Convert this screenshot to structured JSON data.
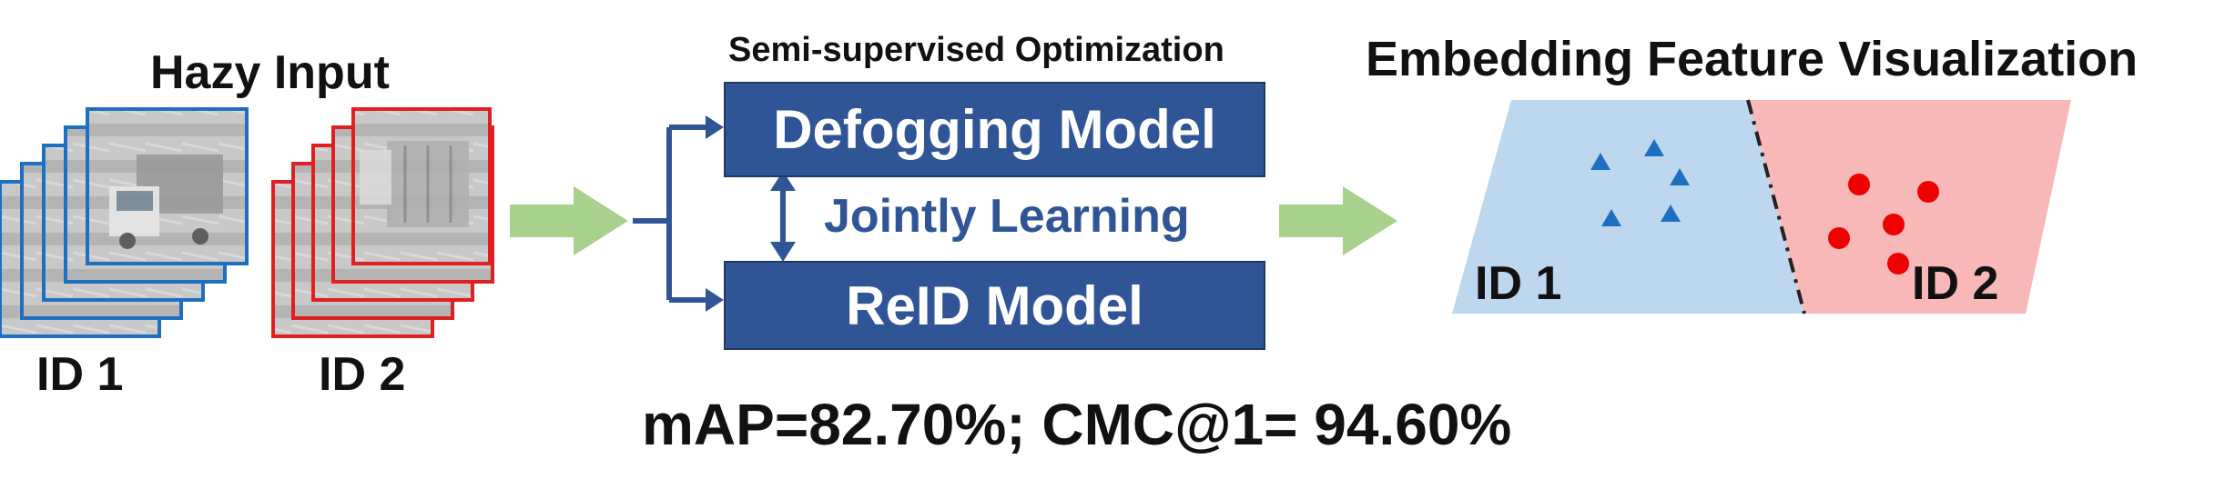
{
  "input": {
    "title": "Hazy Input",
    "id1_label": "ID 1",
    "id2_label": "ID 2",
    "id1_color": "#1f6fc0",
    "id2_color": "#e02020"
  },
  "optimization": {
    "title": "Semi-supervised Optimization",
    "defog_label": "Defogging Model",
    "joint_label": "Jointly Learning",
    "reid_label": "ReID Model",
    "box_color": "#2f5597",
    "text_color": "#2f5597"
  },
  "metrics": {
    "text": "mAP=82.70%; CMC@1= 94.60%"
  },
  "visualization": {
    "title": "Embedding Feature Visualization",
    "id1_label": "ID 1",
    "id2_label": "ID 2",
    "id1_region_color": "#bdd7ee",
    "id2_region_color": "#f8b8b8",
    "triangle_color": "#1f6fc0",
    "dot_color": "#ee0000"
  },
  "arrow_color": "#a9d18e"
}
